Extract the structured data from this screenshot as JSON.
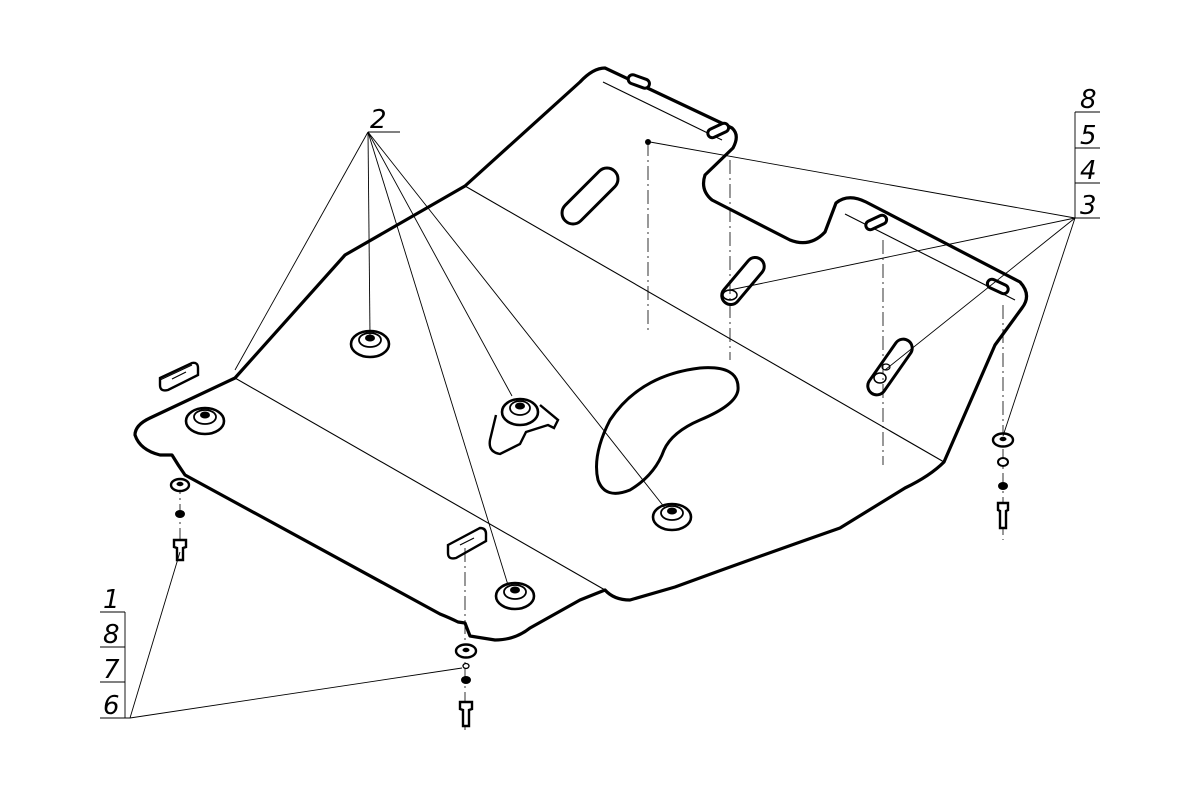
{
  "callouts": {
    "top_center": {
      "label": "2"
    },
    "right_stack": [
      "8",
      "5",
      "4",
      "3"
    ],
    "left_stack": [
      "1",
      "8",
      "7",
      "6"
    ]
  },
  "colors": {
    "line": "#000000",
    "background": "#ffffff"
  }
}
